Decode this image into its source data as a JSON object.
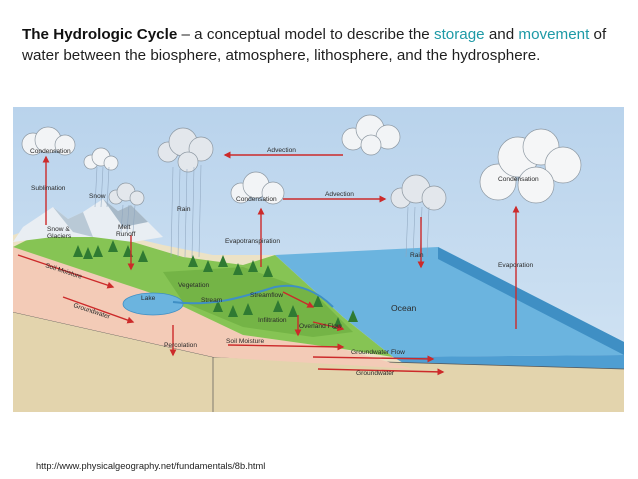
{
  "title": {
    "bold": "The Hydrologic Cycle",
    "part1": " – a conceptual model to describe the ",
    "storage": "storage",
    "part2": " and ",
    "movement": "movement",
    "part3": " of water between the biosphere, atmosphere, lithosphere, and the hydrosphere."
  },
  "diagram": {
    "labels": {
      "condensation_left": "Condensation",
      "sublimation": "Sublimation",
      "snow": "Snow",
      "snow_glaciers_1": "Snow &",
      "snow_glaciers_2": "Glaciers",
      "rain_left": "Rain",
      "melt_runoff_1": "Melt",
      "melt_runoff_2": "Runoff",
      "advection_top": "Advection",
      "condensation_middle": "Condensation",
      "advection_middle": "Advection",
      "condensation_right": "Condensation",
      "evapotranspiration": "Evapotranspiration",
      "rain_right": "Rain",
      "evaporation": "Evaporation",
      "soil_moisture_left": "Soil Moisture",
      "groundwater_left": "Groundwater",
      "lake": "Lake",
      "vegetation": "Vegetation",
      "stream": "Stream",
      "streamflow": "Streamflow",
      "infiltration": "Infiltration",
      "overland_flow": "Overland Flow",
      "ocean": "Ocean",
      "percolation": "Percolation",
      "soil_moisture_bottom": "Soil Moisture",
      "groundwater_flow": "Groundwater Flow",
      "groundwater_bottom": "Groundwater"
    }
  },
  "source": {
    "url": "http://www.physicalgeography.net/fundamentals/8b.html"
  },
  "colors": {
    "sky": "#c3d9ef",
    "ocean": "#5aa7d8",
    "grass": "#86c454",
    "soil": "#f2c9b6",
    "ground": "#ece2c5",
    "arrow": "#cc2a2a",
    "highlight": "#1e9aa6"
  }
}
